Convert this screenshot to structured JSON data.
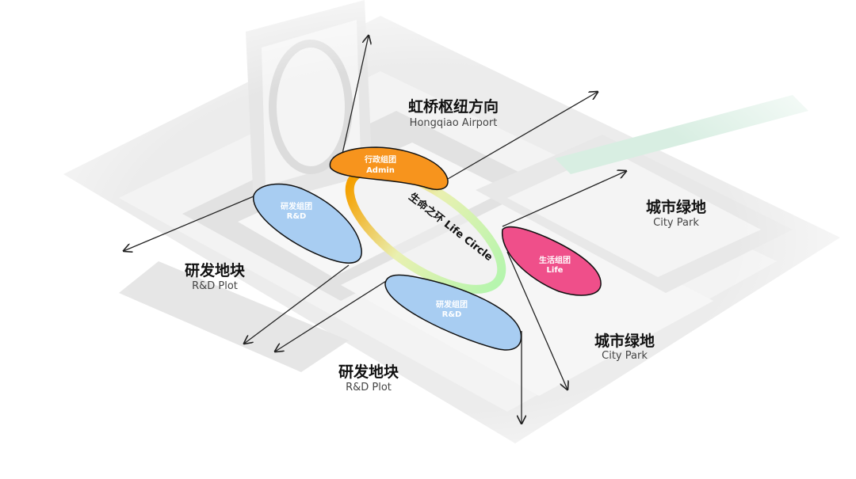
{
  "labels": {
    "hongqiao": {
      "zh": "虹桥枢纽方向",
      "en": "Hongqiao Airport"
    },
    "city_park_right": {
      "zh": "城市绿地",
      "en": "City Park"
    },
    "city_park_bottom": {
      "zh": "城市绿地",
      "en": "City Park"
    },
    "rd_plot_left": {
      "zh": "研发地块",
      "en": "R&D Plot"
    },
    "rd_plot_bottom": {
      "zh": "研发地块",
      "en": "R&D Plot"
    }
  },
  "clusters": {
    "admin": {
      "zh": "行政组团",
      "en": "Admin",
      "color": "#f7941d"
    },
    "rd_left": {
      "zh": "研发组团",
      "en": "R&D",
      "color": "#a8cdf2"
    },
    "rd_bottom": {
      "zh": "研发组团",
      "en": "R&D",
      "color": "#a8cdf2"
    },
    "life": {
      "zh": "生活组团",
      "en": "Life",
      "color": "#ef4f8a"
    }
  },
  "life_circle": {
    "label": "生命之环 Life Circle",
    "gradient": [
      "#f5a623",
      "#b8f2b0"
    ]
  }
}
